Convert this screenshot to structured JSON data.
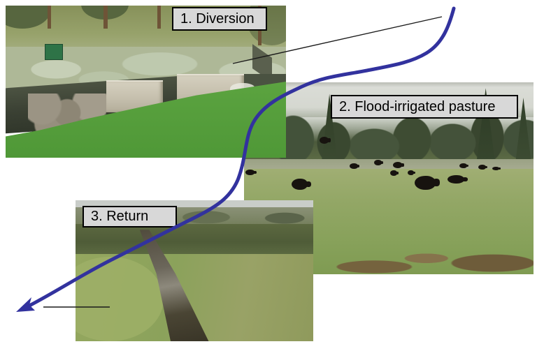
{
  "colors": {
    "page_bg": "#ffffff",
    "flow_line": "#32329e",
    "pointer_line": "#1a1a1a",
    "label_bg": "#d8d8d8",
    "label_border": "#000000",
    "label_text": "#000000"
  },
  "labels": {
    "diversion": "1. Diversion",
    "pasture": "2. Flood-irrigated pasture",
    "return_flow": "3. Return"
  },
  "photos": {
    "diversion": {
      "alt": "Small stream with concrete diversion structure, rock bank and sagebrush hillside"
    },
    "pasture": {
      "alt": "Black cattle grazing a flood-irrigated pasture below a conifer treeline",
      "cows": [
        [
          2,
          125,
          13,
          8
        ],
        [
          68,
          138,
          23,
          16
        ],
        [
          108,
          78,
          13,
          10
        ],
        [
          151,
          116,
          12,
          8
        ],
        [
          186,
          111,
          11,
          8
        ],
        [
          213,
          114,
          13,
          9
        ],
        [
          209,
          126,
          10,
          8
        ],
        [
          234,
          126,
          9,
          7
        ],
        [
          244,
          134,
          30,
          20
        ],
        [
          291,
          133,
          24,
          12
        ],
        [
          308,
          116,
          11,
          7
        ],
        [
          335,
          118,
          11,
          7
        ],
        [
          355,
          121,
          10,
          5
        ]
      ]
    },
    "return_flow": {
      "alt": "Irrigation return ditch carrying water back through a meadow"
    }
  }
}
